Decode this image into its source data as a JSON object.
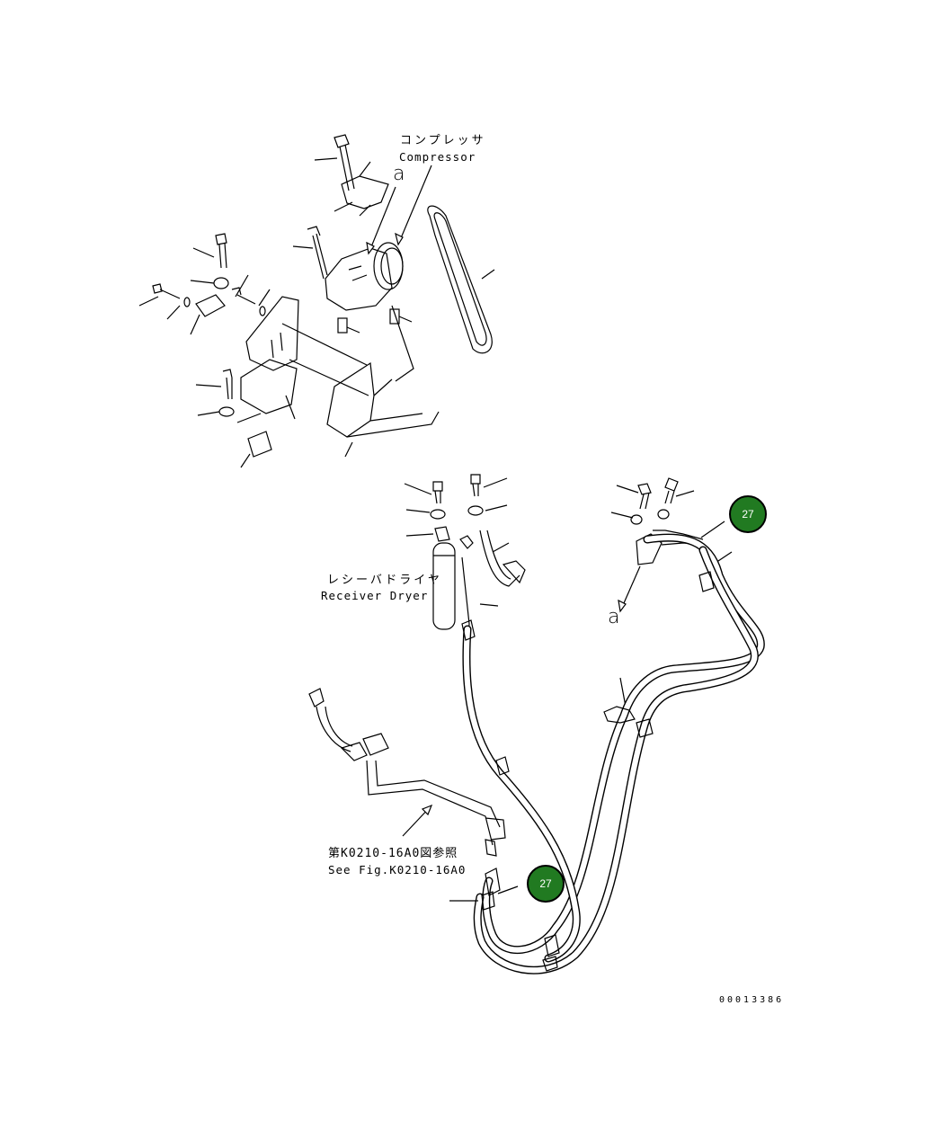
{
  "labels": {
    "compressor_jp": "コンプレッサ",
    "compressor_en": "Compressor",
    "ref_a_top": "a",
    "ref_a_bottom": "a",
    "receiver_jp": "レシーバドライヤ",
    "receiver_en": "Receiver Dryer",
    "see_fig_jp": "第K0210-16A0図参照",
    "see_fig_en": "See Fig.K0210-16A0",
    "drawing_number": "00013386"
  },
  "callouts": [
    {
      "label": "27"
    },
    {
      "label": "27"
    }
  ],
  "colors": {
    "badge_fill": "#217a21",
    "line": "#000000"
  }
}
